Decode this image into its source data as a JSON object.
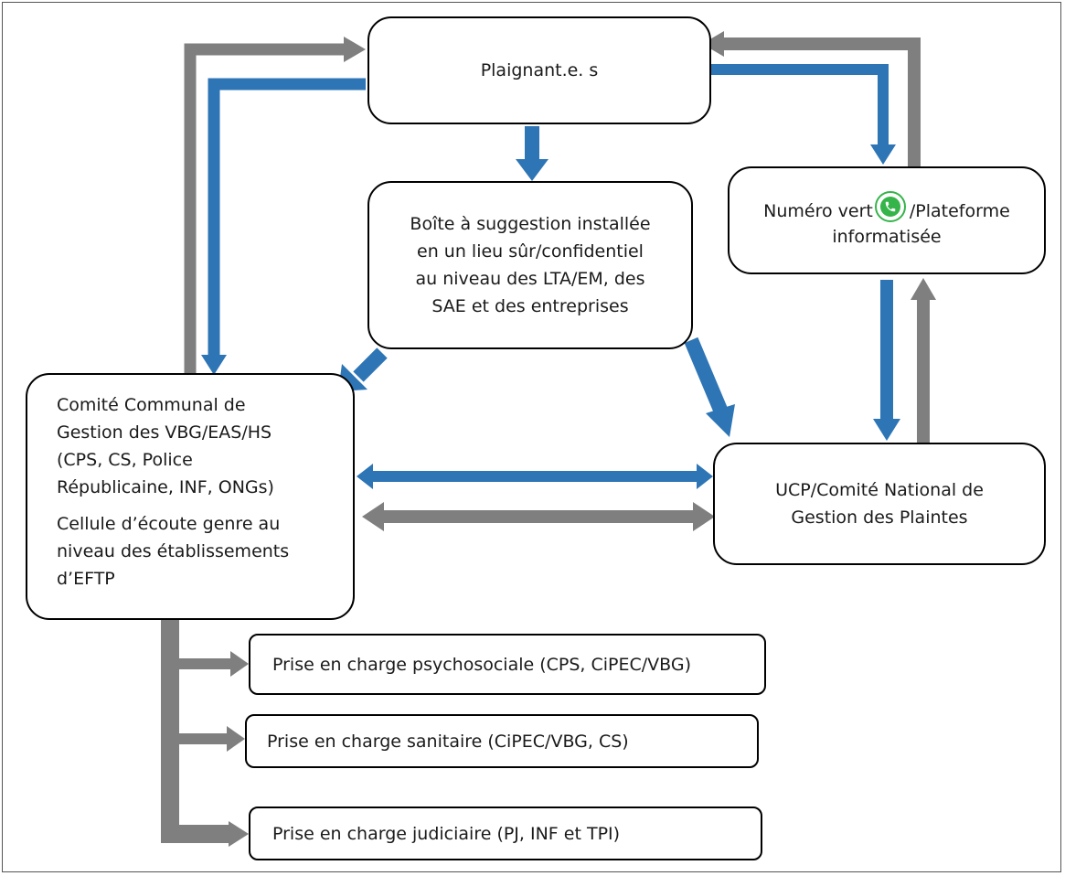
{
  "nodes": {
    "plaignant": "Plaignant.e. s",
    "boite": "Boîte à suggestion installée\nen un lieu sûr/confidentiel\nau niveau des LTA/EM, des\nSAE et des entreprises",
    "numero_vert_a": "Numéro vert",
    "numero_vert_b": "/Plateforme",
    "numero_vert_c": "informatisée",
    "comite_a": "Comité Communal de\nGestion des VBG/EAS/HS\n(CPS, CS, Police\nRépublicaine, INF, ONGs)",
    "comite_b": "Cellule d’écoute genre au\nniveau des établissements\nd’EFTP",
    "ucp": "UCP/Comité National de\nGestion des Plaintes",
    "prise_psy": "Prise en charge psychosociale (CPS, CiPEC/VBG)",
    "prise_san": "Prise en charge sanitaire (CiPEC/VBG, CS)",
    "prise_jud": "Prise en charge judiciaire (PJ, INF et TPI)"
  },
  "icons": {
    "phone": "phone-call-icon"
  },
  "colors": {
    "blue_arrow": "#2e75b6",
    "gray_arrow": "#7f7f7f",
    "phone_green": "#35b44a"
  }
}
